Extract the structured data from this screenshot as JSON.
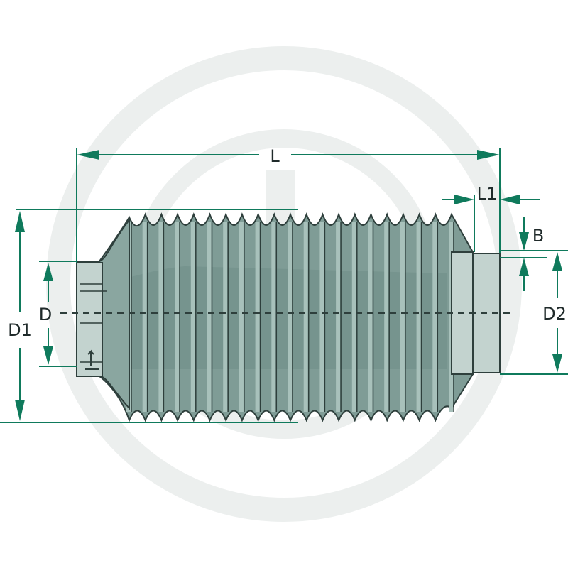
{
  "drawing": {
    "colors": {
      "body": "#7f9c96",
      "body_dark": "#5e7f78",
      "rib_light": "#a8c1bb",
      "collar": "#c3d3cf",
      "outline": "#2e3f3c",
      "dimension": "#0f7a5c",
      "watermark": "#ecefee"
    },
    "labels": {
      "L": "L",
      "L1": "L1",
      "B": "B",
      "D": "D",
      "D1": "D1",
      "D2": "D2"
    }
  }
}
